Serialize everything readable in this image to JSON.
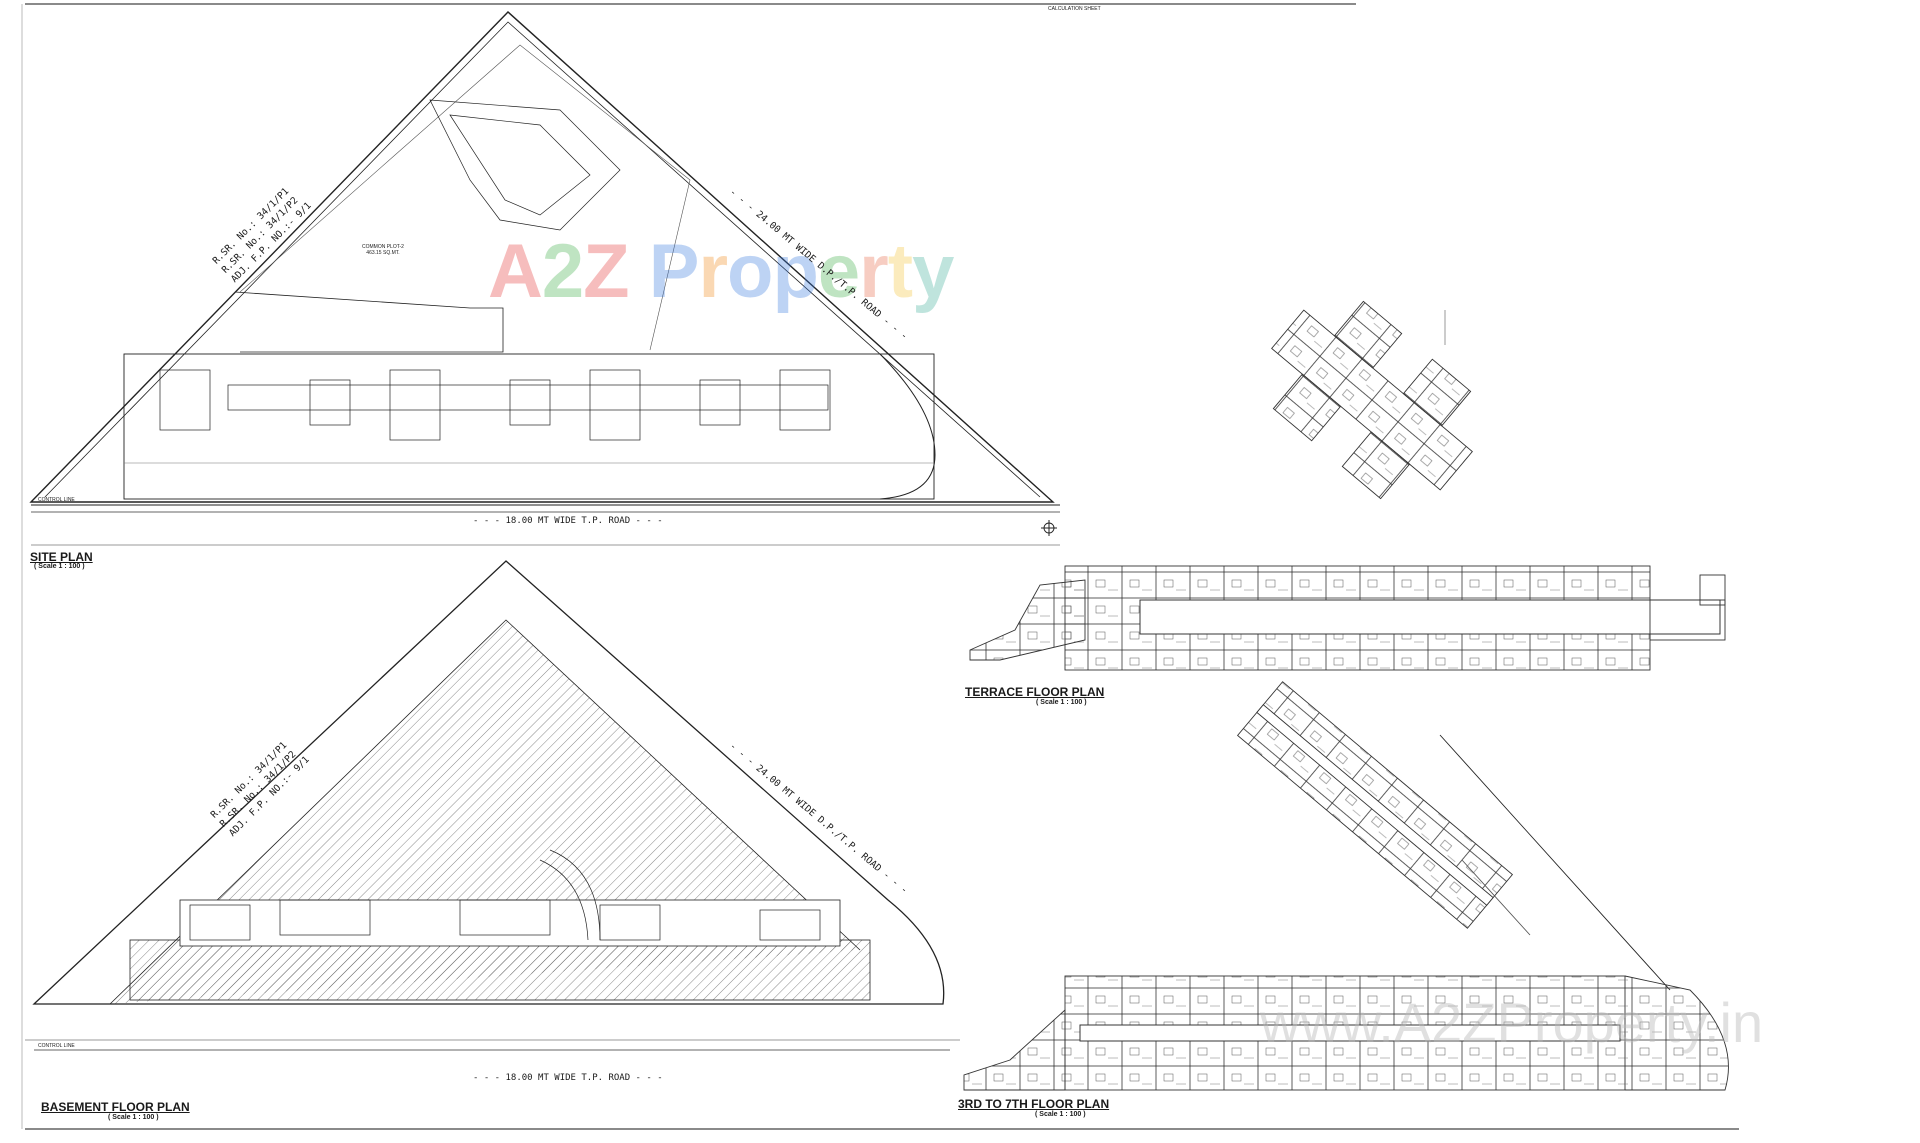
{
  "sheet": {
    "header_label": "CALCULATION SHEET",
    "watermark": {
      "brand": "A2Z Property",
      "url": "www.A2ZProperty.in",
      "colors": [
        "#e63b3b",
        "#3fae49",
        "#e63b3b",
        "#3a7be0",
        "#f08a1c",
        "#3a7be0",
        "#f3c43a",
        "#3fae49",
        "#e86a4a",
        "#f3c43a",
        "#3fae9a"
      ]
    }
  },
  "site_plan": {
    "title": "SITE PLAN",
    "scale": "( Scale 1 : 100 )",
    "road_bottom": "- - - 18.00 MT WIDE T.P. ROAD - - -",
    "road_diagonal": "- - - 24.00 MT WIDE D.P./T.P. ROAD - - -",
    "survey_lines": [
      "R.SR. No.: 34/1/P1",
      "R.SR. No.: 34/1/P2",
      "ADJ. F.P. NO.:- 9/1"
    ],
    "common_plot": [
      "COMMON PLOT-2",
      "463.15 SQ.MT."
    ],
    "control_line": "CONTROL LINE"
  },
  "basement_plan": {
    "title": "BASEMENT FLOOR PLAN",
    "scale": "( Scale 1 : 100 )",
    "road_bottom": "- - - 18.00 MT WIDE T.P. ROAD - - -",
    "road_diagonal": "- - - 24.00 MT WIDE D.P./T.P. ROAD - - -",
    "survey_lines": [
      "R.SR. No.: 34/1/P1",
      "R.SR. No.: 34/1/P2",
      "ADJ. F.P. NO.:- 9/1"
    ],
    "control_line": "CONTROL LINE"
  },
  "terrace_plan": {
    "title": "TERRACE FLOOR PLAN",
    "scale": "( Scale 1 : 100 )"
  },
  "typical_plan": {
    "title": "3RD TO 7TH FLOOR PLAN",
    "scale": "( Scale 1 : 100 )"
  }
}
